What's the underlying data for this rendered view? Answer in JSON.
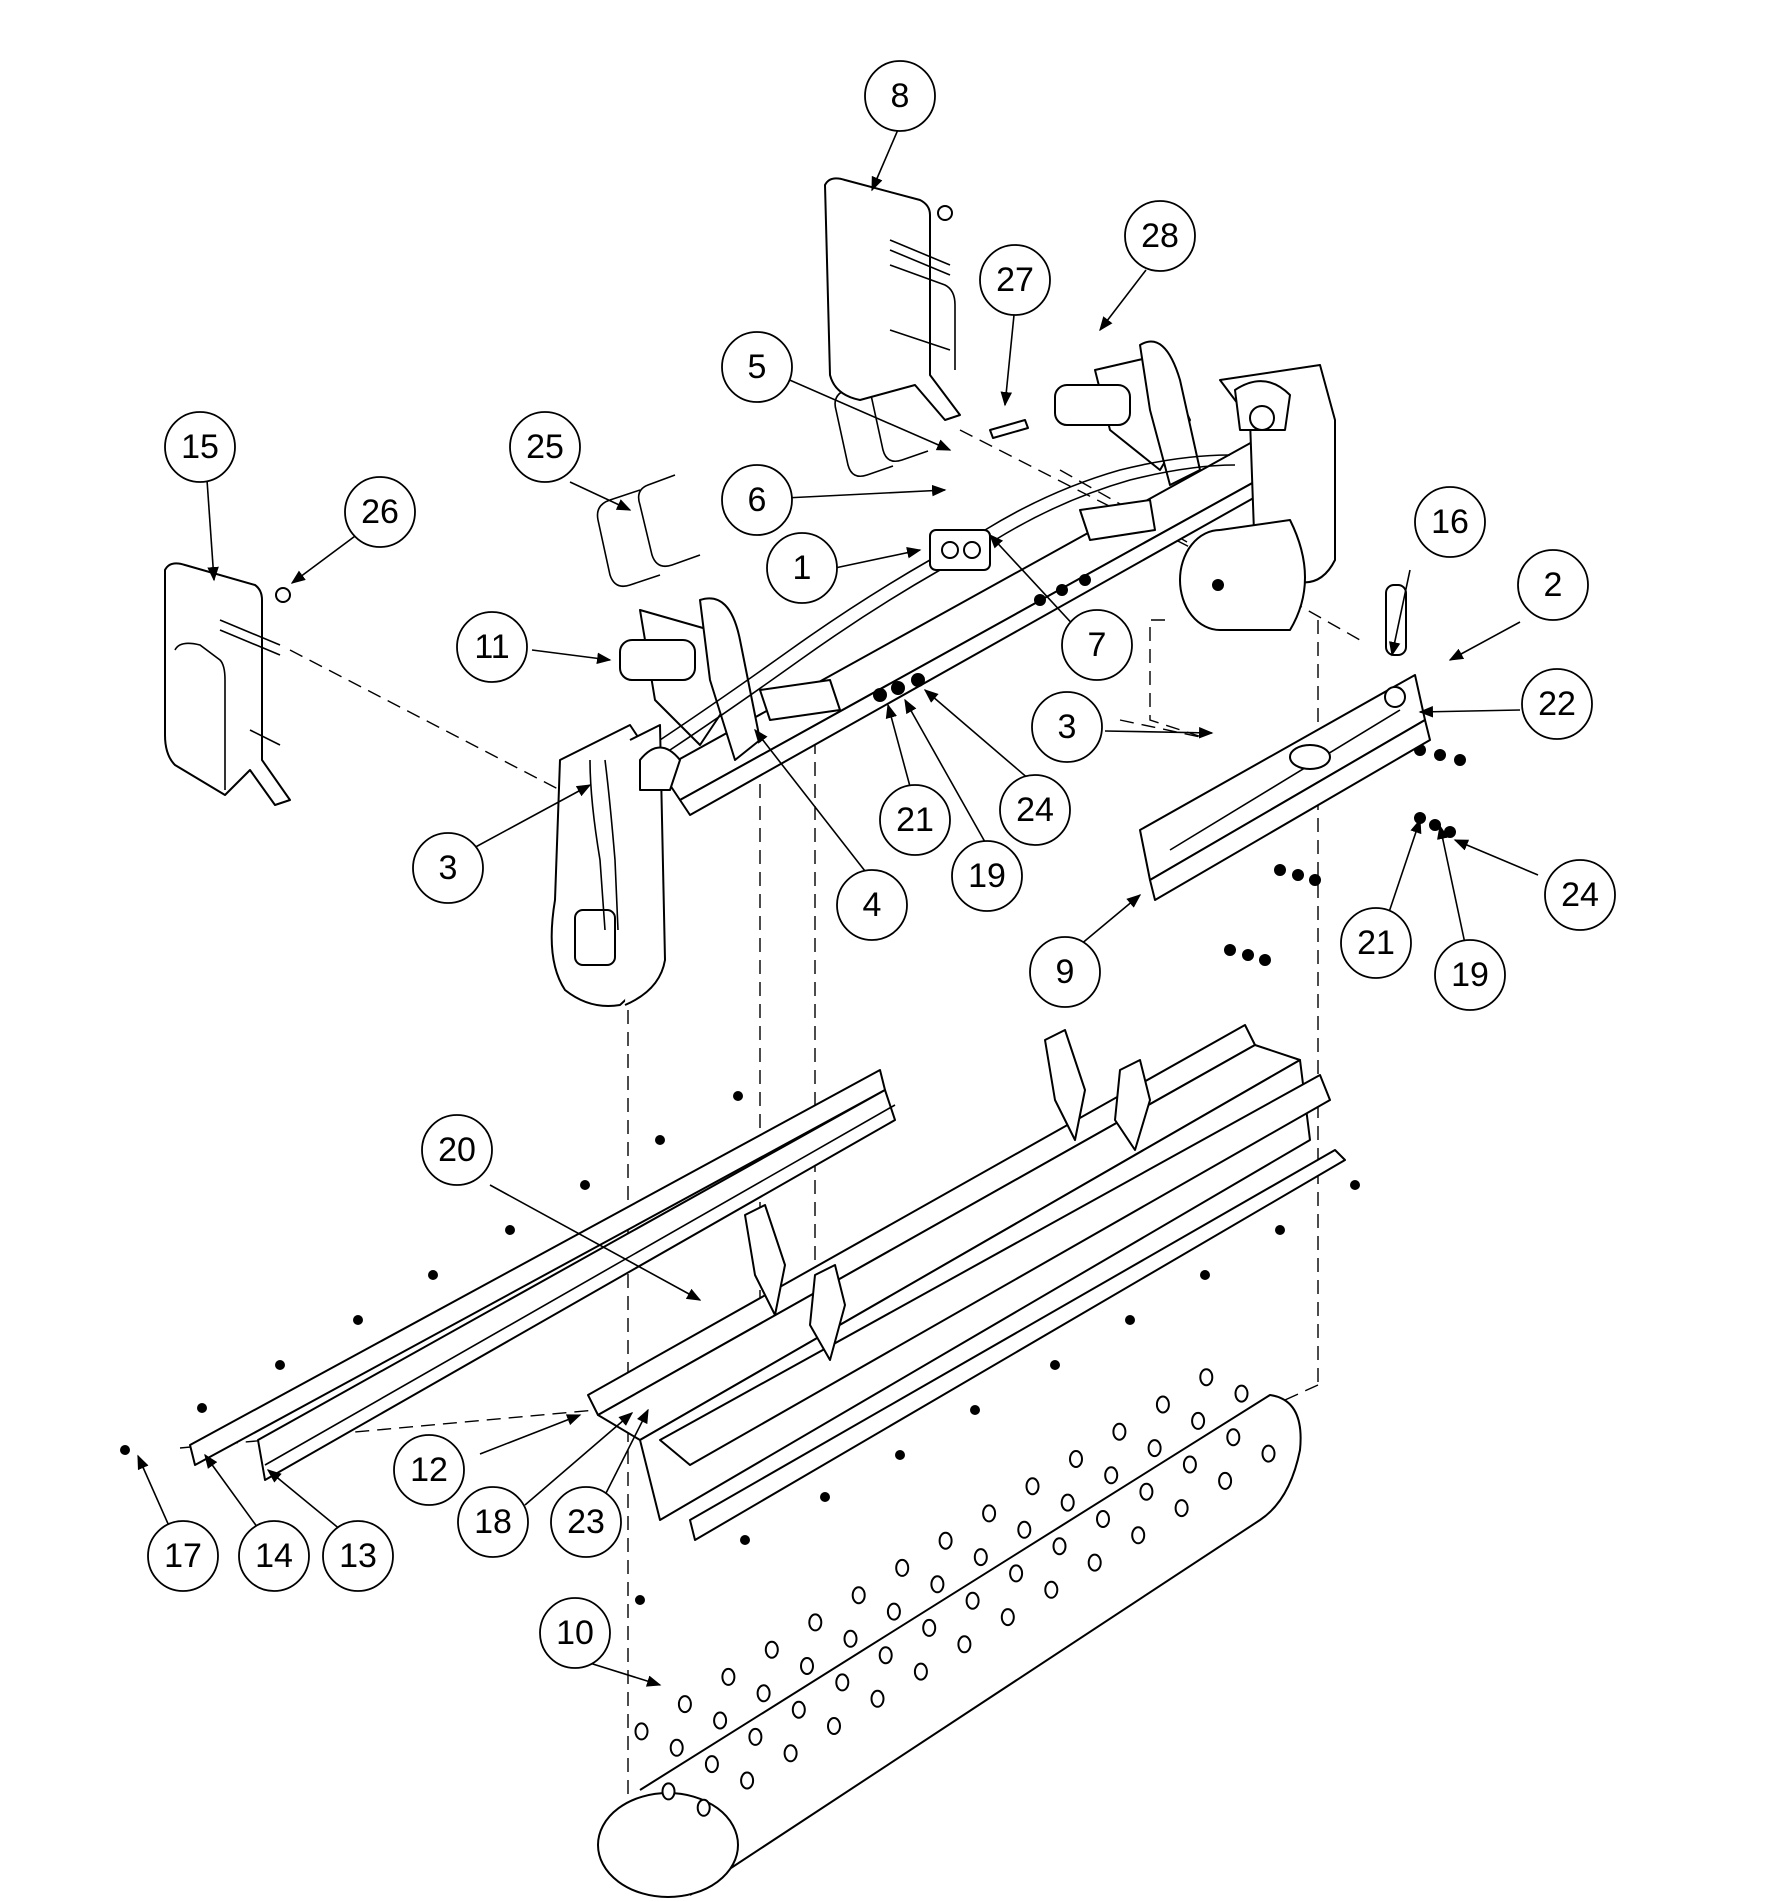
{
  "callouts": {
    "c1": "1",
    "c2": "2",
    "c3a": "3",
    "c3b": "3",
    "c4": "4",
    "c5": "5",
    "c6": "6",
    "c7": "7",
    "c8": "8",
    "c9": "9",
    "c10": "10",
    "c11": "11",
    "c12": "12",
    "c13": "13",
    "c14": "14",
    "c15": "15",
    "c16": "16",
    "c17": "17",
    "c18": "18",
    "c19a": "19",
    "c19b": "19",
    "c20": "20",
    "c21a": "21",
    "c21b": "21",
    "c22": "22",
    "c23": "23",
    "c24a": "24",
    "c24b": "24",
    "c25": "25",
    "c26": "26",
    "c27": "27",
    "c28": "28"
  }
}
